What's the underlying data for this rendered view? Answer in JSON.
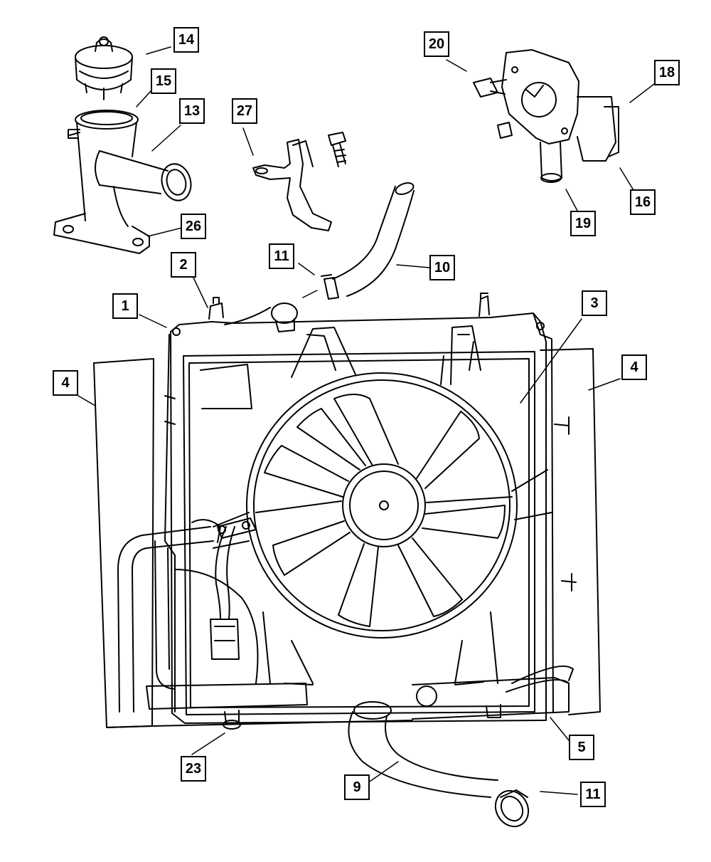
{
  "callouts": [
    {
      "id": "c14",
      "text": "14"
    },
    {
      "id": "c15",
      "text": "15"
    },
    {
      "id": "c13",
      "text": "13"
    },
    {
      "id": "c26",
      "text": "26"
    },
    {
      "id": "c27",
      "text": "27"
    },
    {
      "id": "c20",
      "text": "20"
    },
    {
      "id": "c18",
      "text": "18"
    },
    {
      "id": "c16",
      "text": "16"
    },
    {
      "id": "c19",
      "text": "19"
    },
    {
      "id": "c11a",
      "text": "11"
    },
    {
      "id": "c10",
      "text": "10"
    },
    {
      "id": "c2",
      "text": "2"
    },
    {
      "id": "c1",
      "text": "1"
    },
    {
      "id": "c3",
      "text": "3"
    },
    {
      "id": "c4a",
      "text": "4"
    },
    {
      "id": "c4b",
      "text": "4"
    },
    {
      "id": "c5",
      "text": "5"
    },
    {
      "id": "c23",
      "text": "23"
    },
    {
      "id": "c9",
      "text": "9"
    },
    {
      "id": "c11b",
      "text": "11"
    }
  ]
}
